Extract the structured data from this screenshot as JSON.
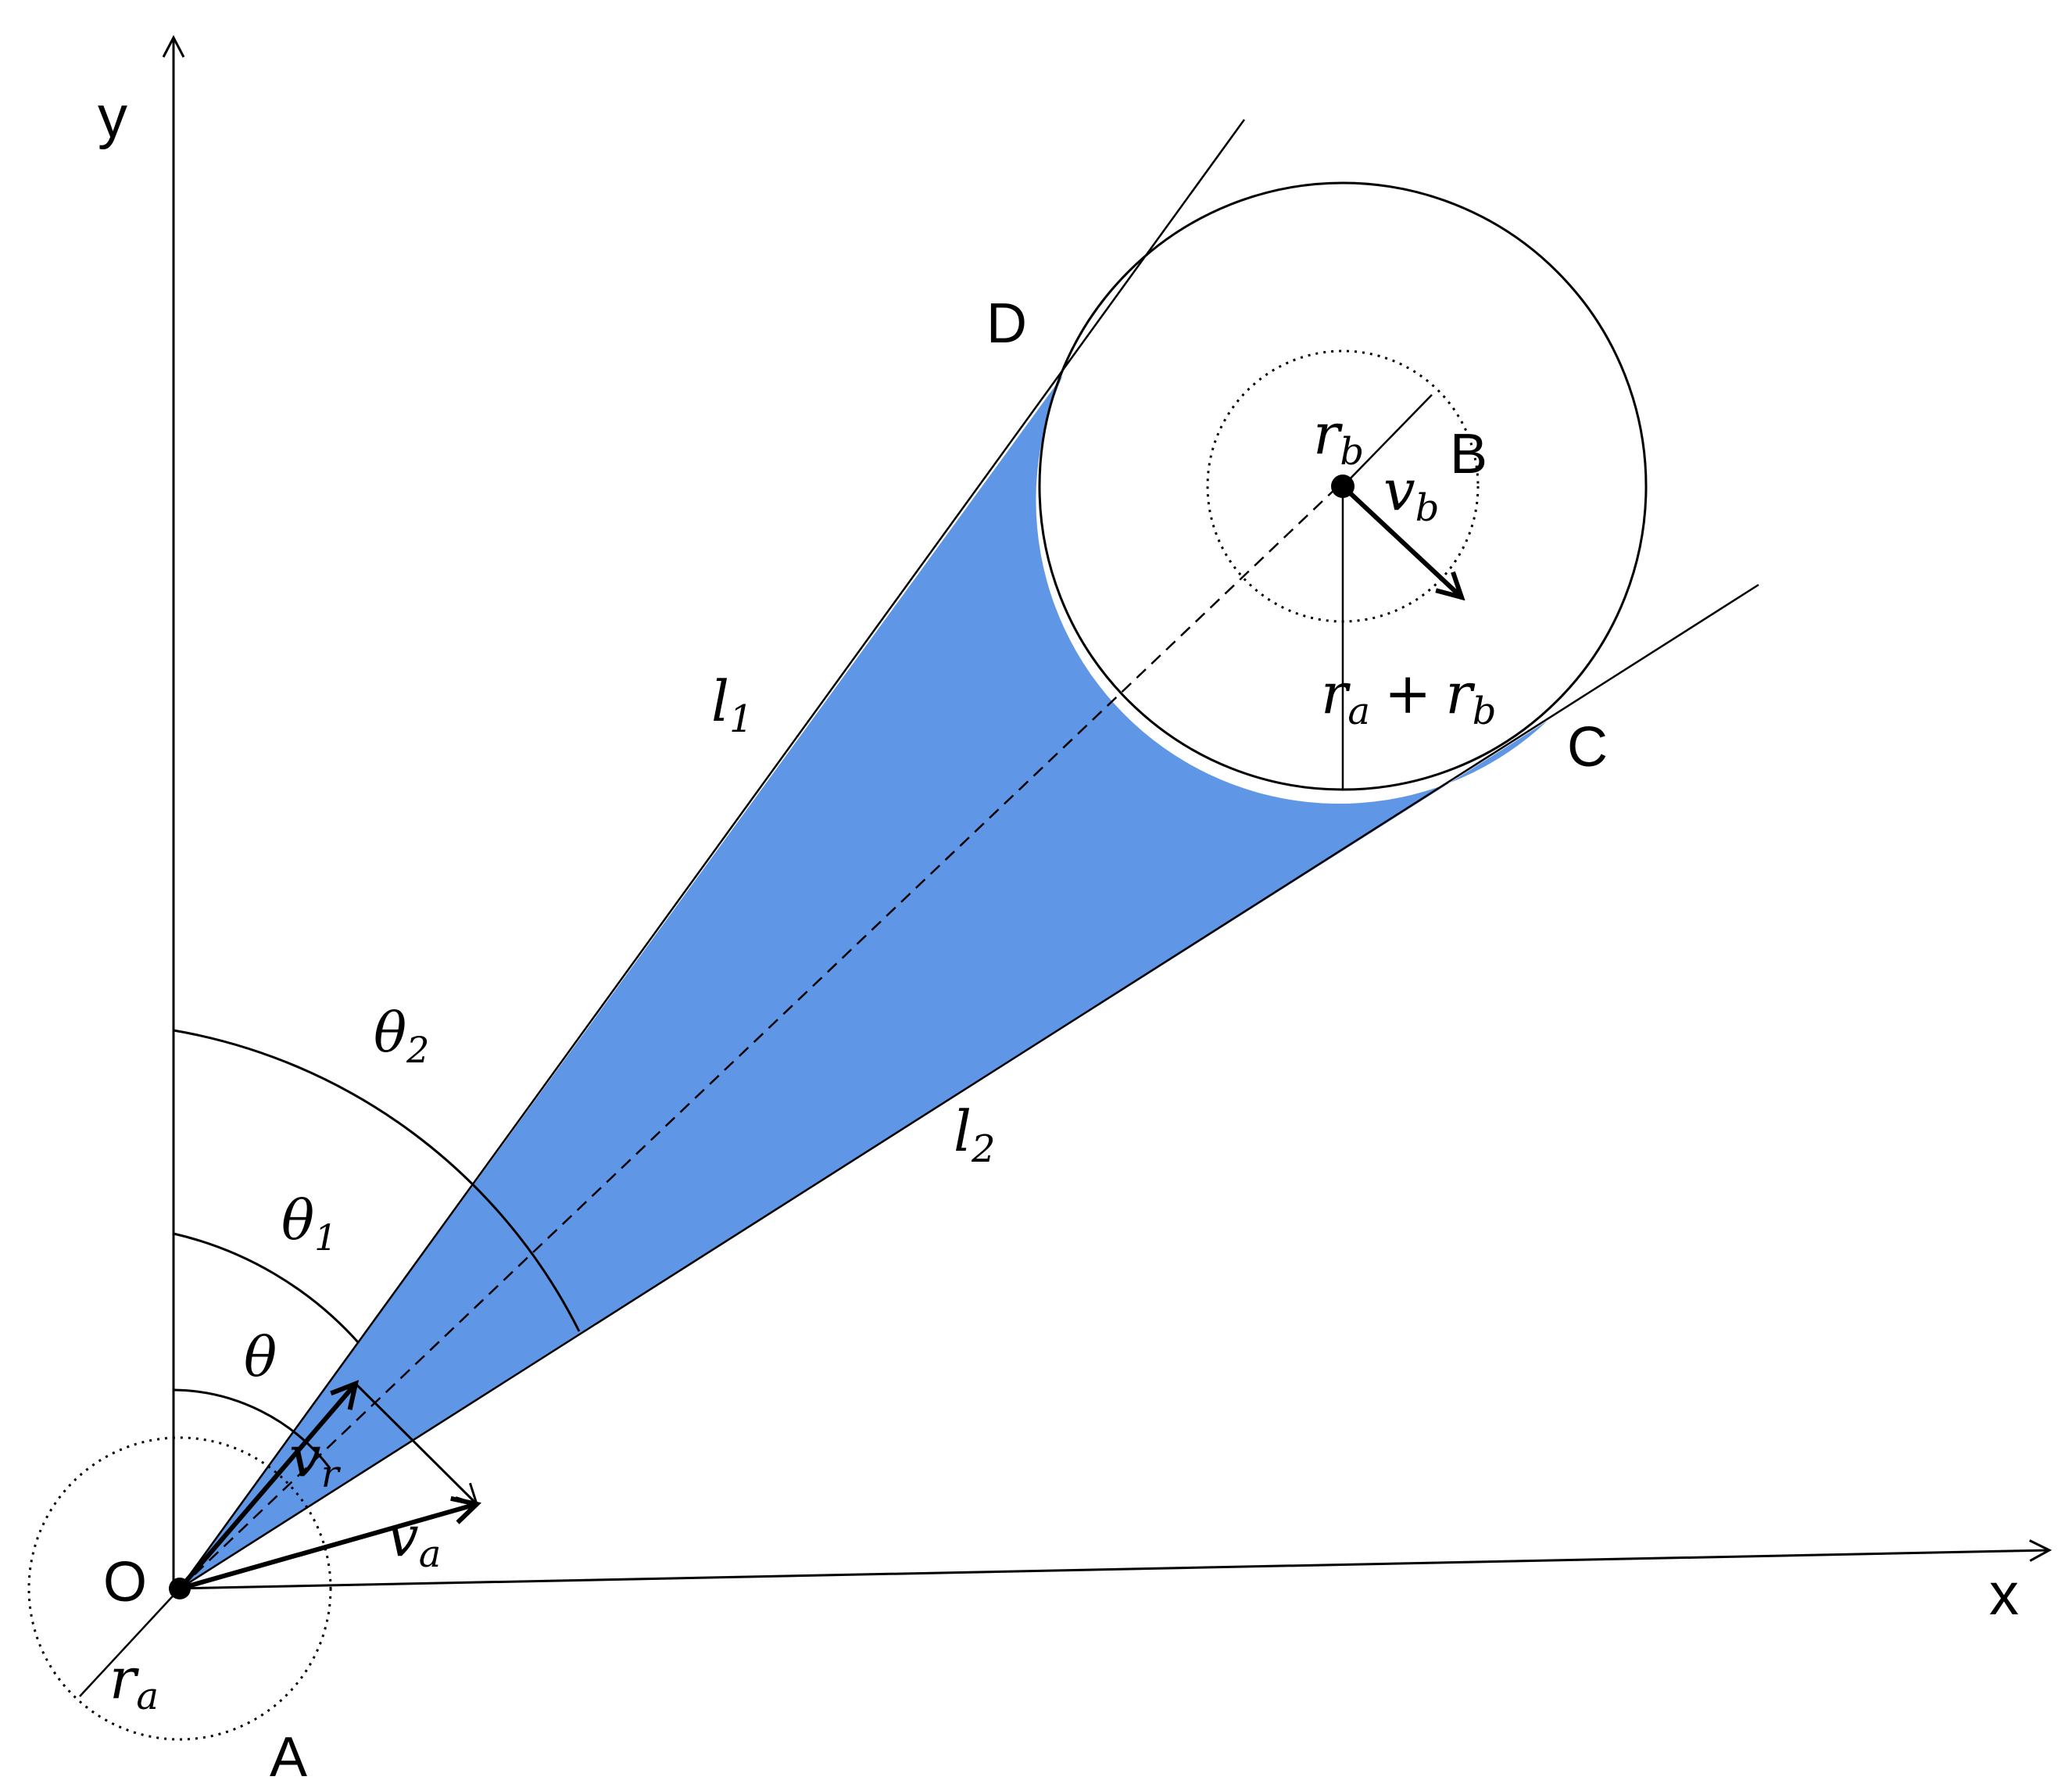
{
  "labels": {
    "axis_y": "y",
    "axis_x": "x",
    "origin": "O",
    "point_a": "A",
    "point_b": "B",
    "point_c": "C",
    "point_d": "D",
    "line_l1": {
      "base": "l",
      "sub": "1"
    },
    "line_l2": {
      "base": "l",
      "sub": "2"
    },
    "theta": "θ",
    "theta1": {
      "base": "θ",
      "sub": "1"
    },
    "theta2": {
      "base": "θ",
      "sub": "2"
    },
    "v_a": {
      "base": "v",
      "sub": "a"
    },
    "v_b": {
      "base": "v",
      "sub": "b"
    },
    "v_r": {
      "base": "v",
      "sub": "r"
    },
    "r_a": {
      "base": "r",
      "sub": "a"
    },
    "r_b": {
      "base": "r",
      "sub": "b"
    },
    "r_sum": {
      "a": "r",
      "a_sub": "a",
      "op": "+",
      "b": "r",
      "b_sub": "b"
    }
  },
  "colors": {
    "cone_fill": "#5f97e6",
    "stroke": "#000000",
    "background": "#ffffff"
  }
}
